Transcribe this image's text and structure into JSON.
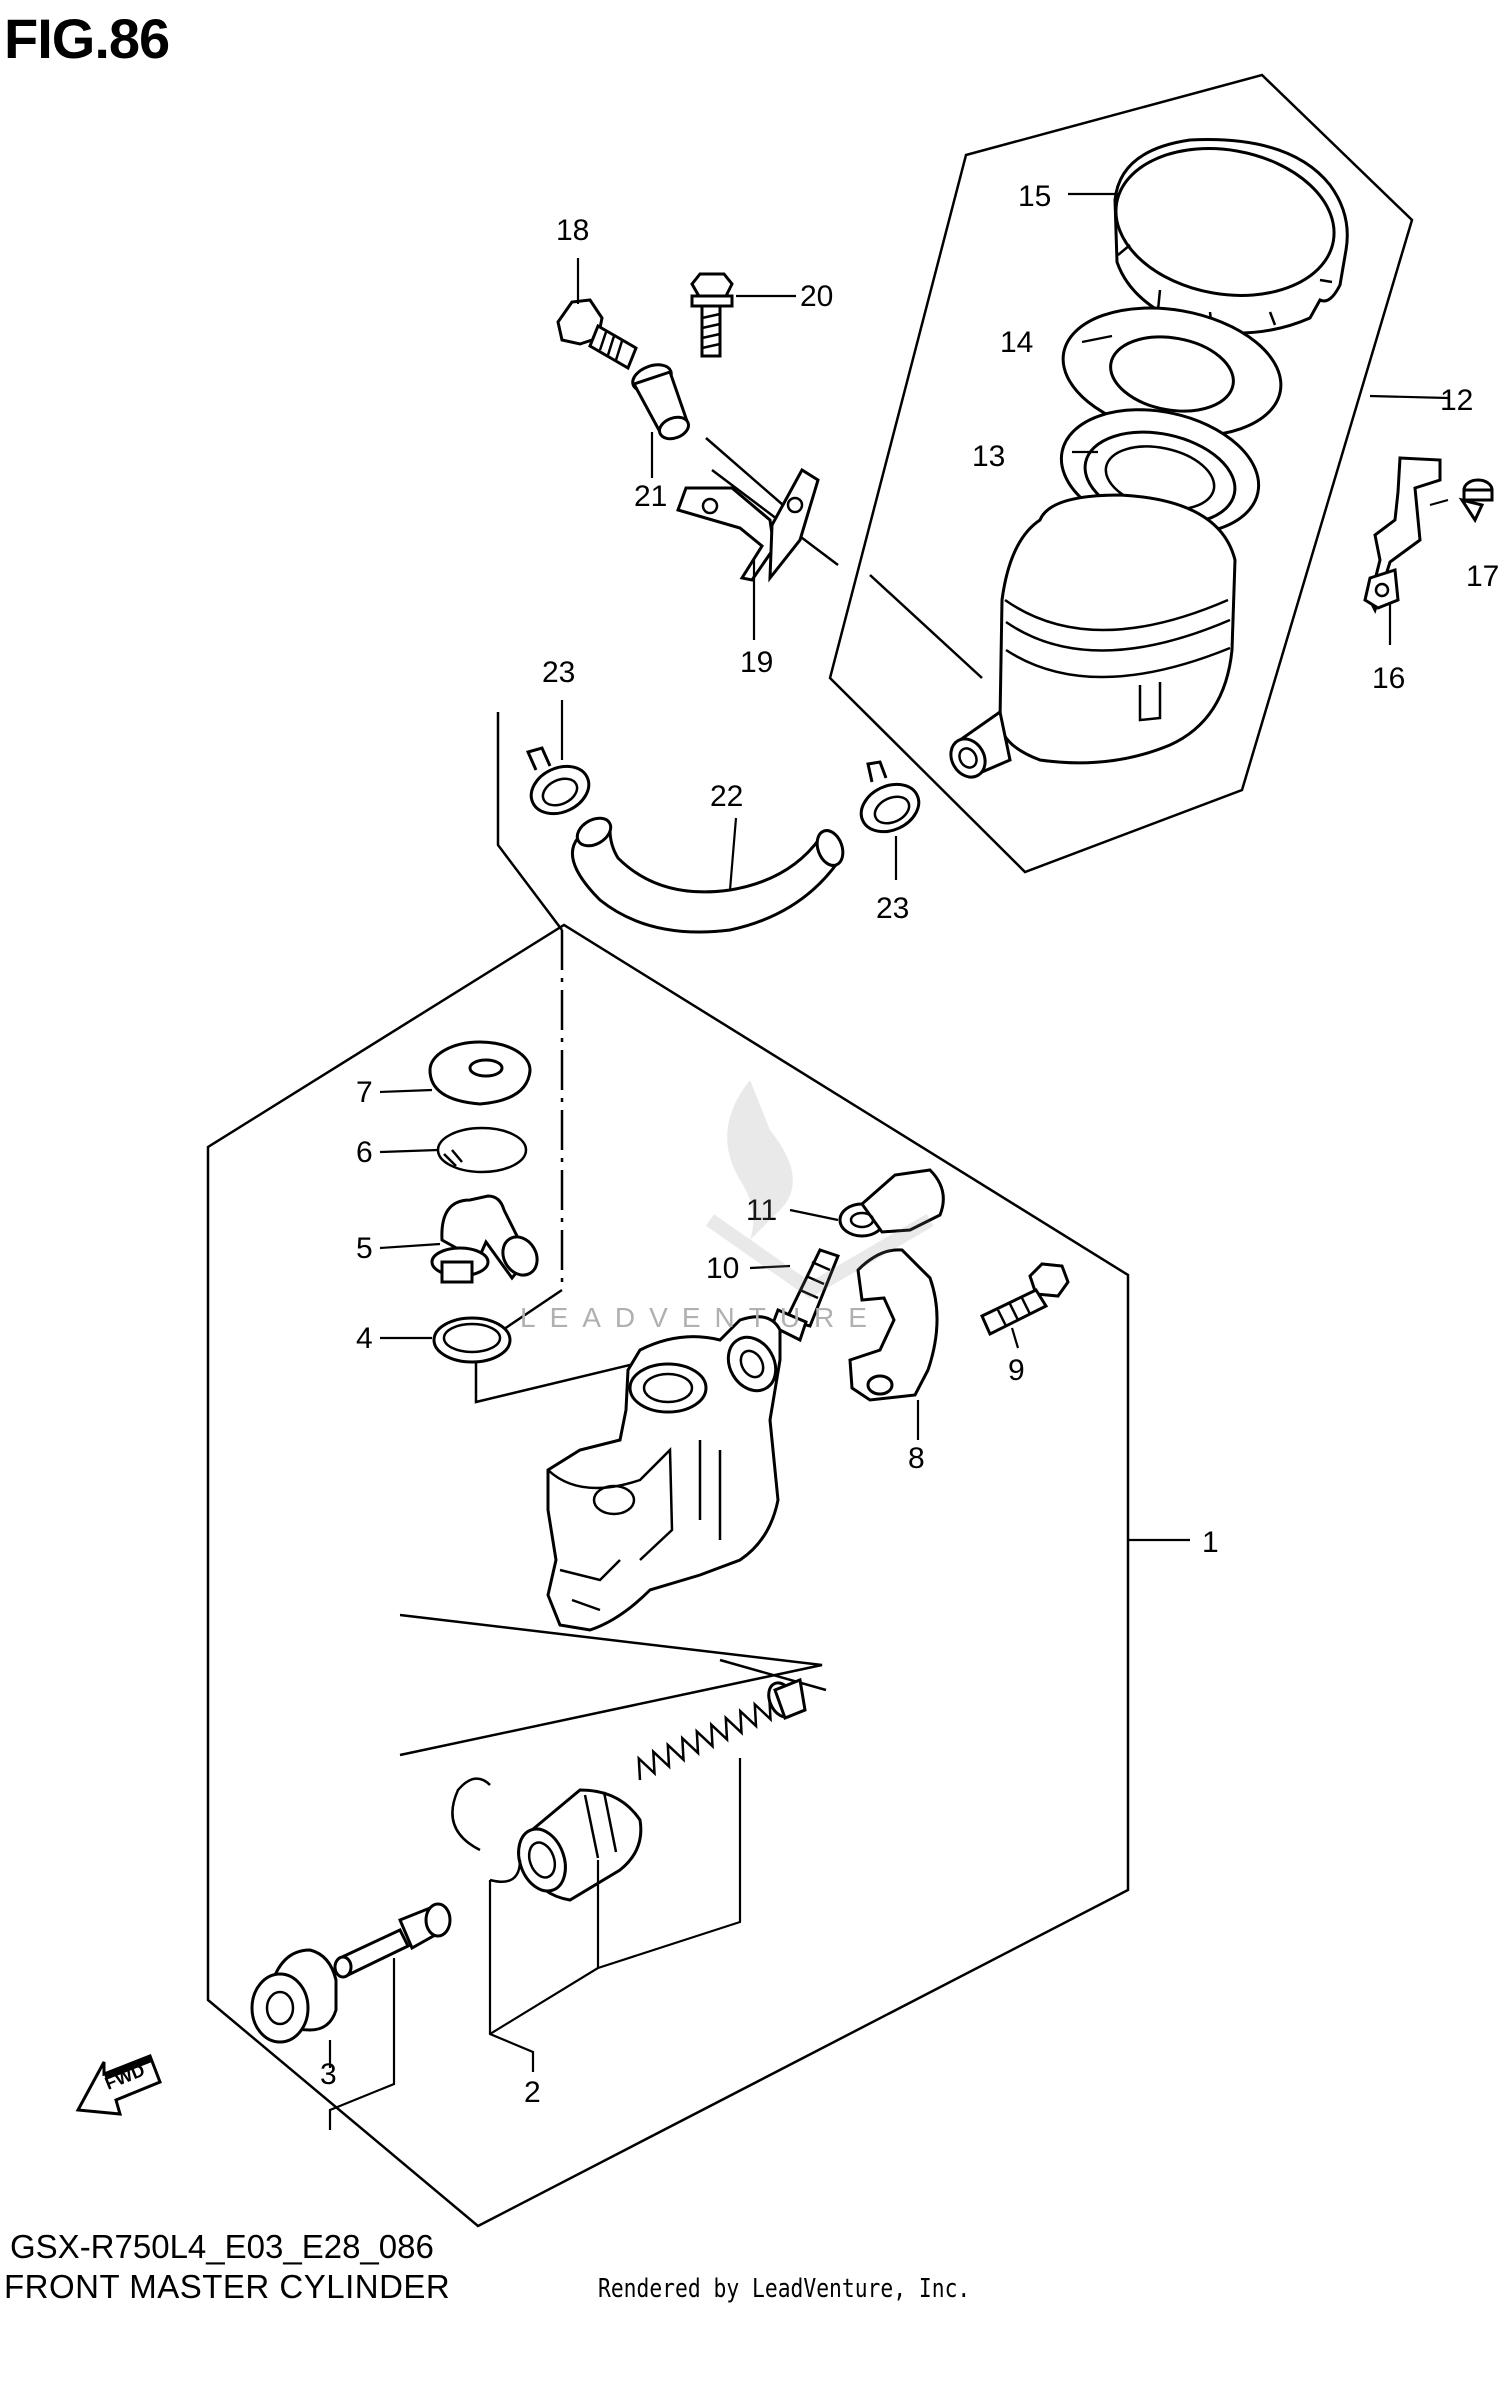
{
  "figure": {
    "title": "FIG.86",
    "model_code": "GSX-R750L4_E03_E28_086",
    "part_name": "FRONT MASTER CYLINDER",
    "credit": "Rendered by LeadVenture, Inc.",
    "watermark_text": "LEADVENTURE"
  },
  "fwd_label": "FWD",
  "callouts": {
    "p1": "1",
    "p2": "2",
    "p3": "3",
    "p4": "4",
    "p5": "5",
    "p6": "6",
    "p7": "7",
    "p8": "8",
    "p9": "9",
    "p10": "10",
    "p11": "11",
    "p12": "12",
    "p13": "13",
    "p14": "14",
    "p15": "15",
    "p16": "16",
    "p17": "17",
    "p18": "18",
    "p19": "19",
    "p20": "20",
    "p21": "21",
    "p22": "22",
    "p23a": "23",
    "p23b": "23"
  }
}
